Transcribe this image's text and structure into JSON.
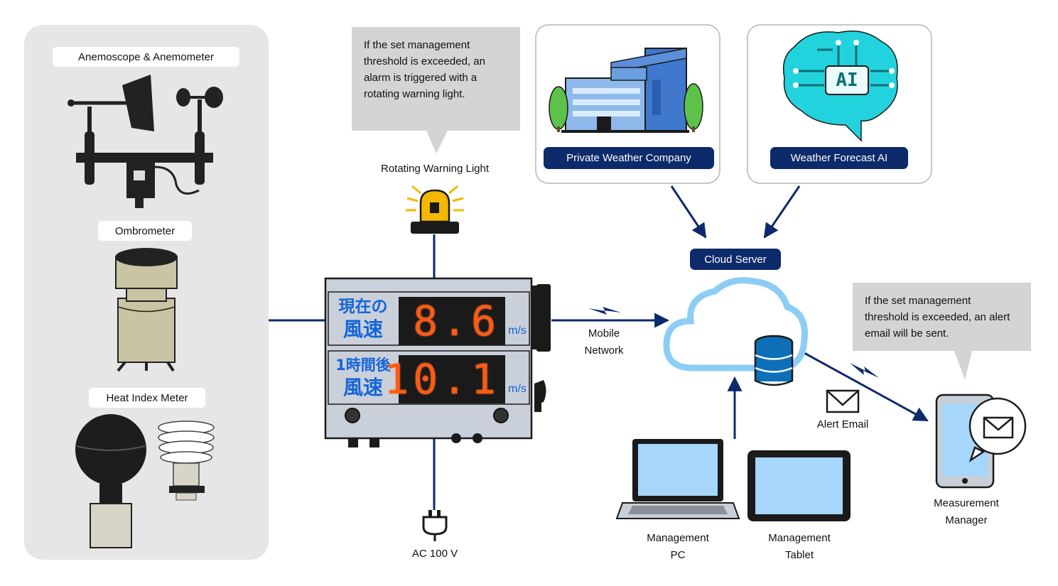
{
  "sensors": {
    "anemometer_label": "Anemoscope & Anemometer",
    "ombrometer_label": "Ombrometer",
    "heat_index_label": "Heat Index Meter"
  },
  "bubbles": {
    "warning_light_note": [
      "If the set management",
      "threshold is exceeded, an",
      "alarm is triggered with a",
      "rotating warning light."
    ],
    "email_note": [
      "If the set management",
      "threshold is exceeded, an alert",
      "email will be sent."
    ]
  },
  "warning_light_label": "Rotating Warning Light",
  "display": {
    "current_label": [
      "現在の",
      "風速"
    ],
    "current_value": "8.6",
    "forecast_label": [
      "1時間後",
      "風速"
    ],
    "forecast_value": "10.1",
    "unit": "m/s"
  },
  "power_label": "AC 100 V",
  "network_label": [
    "Mobile",
    "Network"
  ],
  "private_weather_label": "Private Weather Company",
  "ai_label": "Weather Forecast AI",
  "ai_chip_text": "AI",
  "cloud_label": "Cloud Server",
  "alert_email_label": "Alert Email",
  "pc_label": [
    "Management",
    "PC"
  ],
  "tablet_label": [
    "Management",
    "Tablet"
  ],
  "manager_label": [
    "Measurement",
    "Manager"
  ],
  "colors": {
    "navy": "#0d2a6b",
    "panel_gray": "#e6e6e6",
    "cloud_blue": "#8ccdf5",
    "ai_cyan": "#22d3dd",
    "digit_orange": "#ff5a14",
    "lcd_blue": "#1565d8"
  }
}
